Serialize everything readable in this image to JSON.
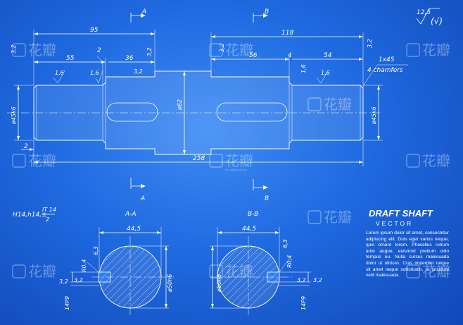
{
  "title": "DRAFT SHAFT",
  "subtitle": "VECTOR",
  "description": "Lorem ipsum dolor sit amet, consectetur adipiscing elit. Duis eget varius neque, quis ornare lorem. Phasellus rutrum ante augue, euismod pretium odio tempus eu. Nulla cursus malesuada dolor ut ultrices. Cras imperdiet neque sit amet neque sollicitudin, ut tincidunt velit malesuada.",
  "roughness": {
    "value": "12,5",
    "extra": "(√)"
  },
  "sections": {
    "a_top": "A",
    "a_bottom": "A",
    "b_top": "B",
    "b_bottom": "B",
    "aa": "A-A",
    "bb": "B-B"
  },
  "dimensions": {
    "d95": "95",
    "d118": "118",
    "d55": "55",
    "d36": "36",
    "d2a": "2",
    "d56": "56",
    "d4": "4",
    "d54": "54",
    "d32a": "3,2",
    "d32b": "3,2",
    "d32c": "3,2",
    "d32d": "3,2",
    "d32e": "3,2",
    "d16a": "1,6",
    "d16b": "1,6",
    "d16c": "1,6",
    "d16d": "1,6",
    "chamfer": "1x45",
    "chamfer_note": "4 chamfers",
    "diaLeft": "ø45k6",
    "dia62": "ø62",
    "diaRight": "ø45k6",
    "d258": "258",
    "d2b": "2"
  },
  "tolerance": {
    "main": "H14,h14,±",
    "num": "IT 14",
    "den": "2"
  },
  "section_dims": {
    "aa_width": "44,5",
    "aa_key": "6,3",
    "aa_r": "R0,4",
    "aa_dia": "ø50h6",
    "aa_s1": "3,2",
    "aa_s2": "3,2",
    "aa_key2": "14P9",
    "bb_width": "44,5",
    "bb_key": "6,3",
    "bb_r": "R0,4",
    "bb_dia": "ø50h6",
    "bb_s1": "3,2",
    "bb_s2": "3,2",
    "bb_key2": "14P9"
  },
  "watermark": {
    "text": "花瓣",
    "sub": "huaban.com"
  }
}
